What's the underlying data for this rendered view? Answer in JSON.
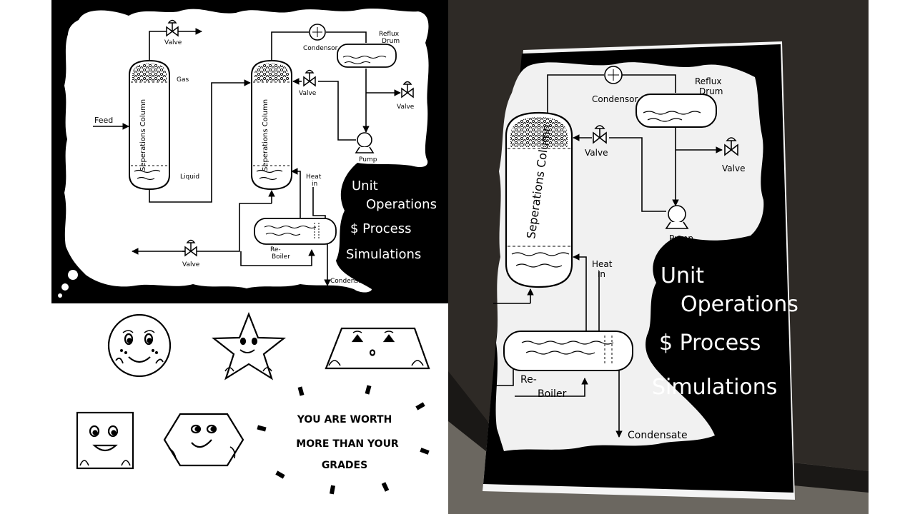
{
  "poster": {
    "labels": {
      "value_top": "Valve",
      "gas": "Gas",
      "feed": "Feed",
      "column": "Seperations Column",
      "liquid": "Liquid",
      "valve_mid": "Valve",
      "condenser": "Condensor",
      "reflux": "Reflux",
      "drum": "Drum",
      "valve_right": "Valve",
      "pump": "Pump",
      "heat": "Heat",
      "heat_in": "in",
      "reboiler_1": "Re-",
      "reboiler_2": "Boiler",
      "valve_bottom": "Valve",
      "condensate": "Condensate"
    },
    "title_lines": [
      "Unit",
      "Operations",
      "$ Process",
      "Simulations"
    ]
  },
  "stickers": {
    "motto_lines": [
      "YOU ARE WORTH",
      "MORE THAN YOUR",
      "GRADES"
    ]
  },
  "photo": {
    "labels": {
      "condenser": "Condensor",
      "reflux": "Reflux",
      "drum": "Drum",
      "valve_left": "Valve",
      "valve_right": "Valve",
      "column": "Seperations Column",
      "pump": "Pump",
      "heat": "Heat",
      "heat_in": "in",
      "reboiler_1": "Re-",
      "reboiler_2": "Boiler",
      "condensate": "Condensate"
    },
    "title_lines": [
      "Unit",
      "Operations",
      "$ Process",
      "Simulations"
    ]
  },
  "colors": {
    "ink": "#000000",
    "paper": "#ffffff",
    "table": "#2e2a26",
    "floor": "#6b6760"
  }
}
